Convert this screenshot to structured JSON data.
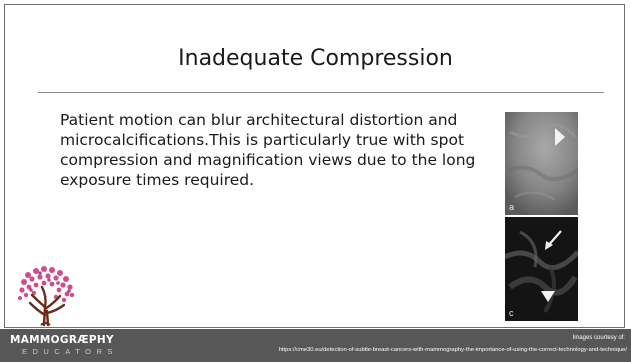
{
  "slide": {
    "title": "Inadequate Compression",
    "body": "Patient motion can blur architectural distortion and microcalcifications.This is particularly true with spot compression and magnification views due to the long exposure times required."
  },
  "images": {
    "top_label": "a",
    "bottom_label": "c"
  },
  "footer": {
    "logo_main": "MAMMOGRÆPHY",
    "logo_sub": "EDUCATORS",
    "credit": "Images courtesy of:",
    "url": "https://cme30.eu/detection-of-subtle-breast-cancers-with-mammography-the-importance-of-using-the-correct-technology-and-technique/"
  },
  "colors": {
    "footer_bg": "#575757",
    "tree_pink": "#d24b8c",
    "trunk": "#6b2a18"
  },
  "icons": [
    "tree-logo-icon",
    "arrowhead-icon",
    "arrow-icon"
  ]
}
